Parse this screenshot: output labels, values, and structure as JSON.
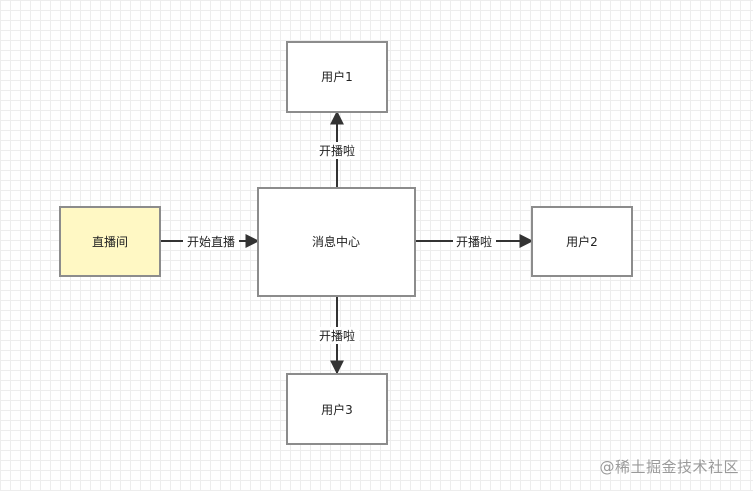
{
  "diagram": {
    "nodes": {
      "studio": {
        "label": "直播间",
        "fill": "#fff8c4",
        "stroke": "#8c8c8c"
      },
      "hub": {
        "label": "消息中心",
        "fill": "#ffffff",
        "stroke": "#8c8c8c"
      },
      "user1": {
        "label": "用户1",
        "fill": "#ffffff",
        "stroke": "#8c8c8c"
      },
      "user2": {
        "label": "用户2",
        "fill": "#ffffff",
        "stroke": "#8c8c8c"
      },
      "user3": {
        "label": "用户3",
        "fill": "#ffffff",
        "stroke": "#8c8c8c"
      }
    },
    "edges": {
      "studio_to_hub": {
        "label": "开始直播"
      },
      "hub_to_user1": {
        "label": "开播啦"
      },
      "hub_to_user2": {
        "label": "开播啦"
      },
      "hub_to_user3": {
        "label": "开播啦"
      }
    },
    "edge_color": "#333333"
  },
  "watermark": "@稀土掘金技术社区"
}
